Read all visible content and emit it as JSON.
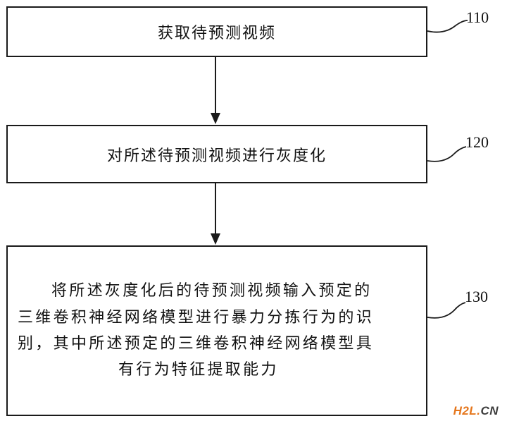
{
  "steps": [
    {
      "ref": "110",
      "text": "获取待预测视频"
    },
    {
      "ref": "120",
      "text": "对所述待预测视频进行灰度化"
    },
    {
      "ref": "130",
      "lines": [
        "将所述灰度化后的待预测视频输入预定的",
        "三维卷积神经网络模型进行暴力分拣行为的识",
        "别，其中所述预定的三维卷积神经网络模型具",
        "有行为特征提取能力"
      ]
    }
  ],
  "watermark": {
    "brand": "H2L",
    "dot": ".",
    "tld": "CN"
  }
}
